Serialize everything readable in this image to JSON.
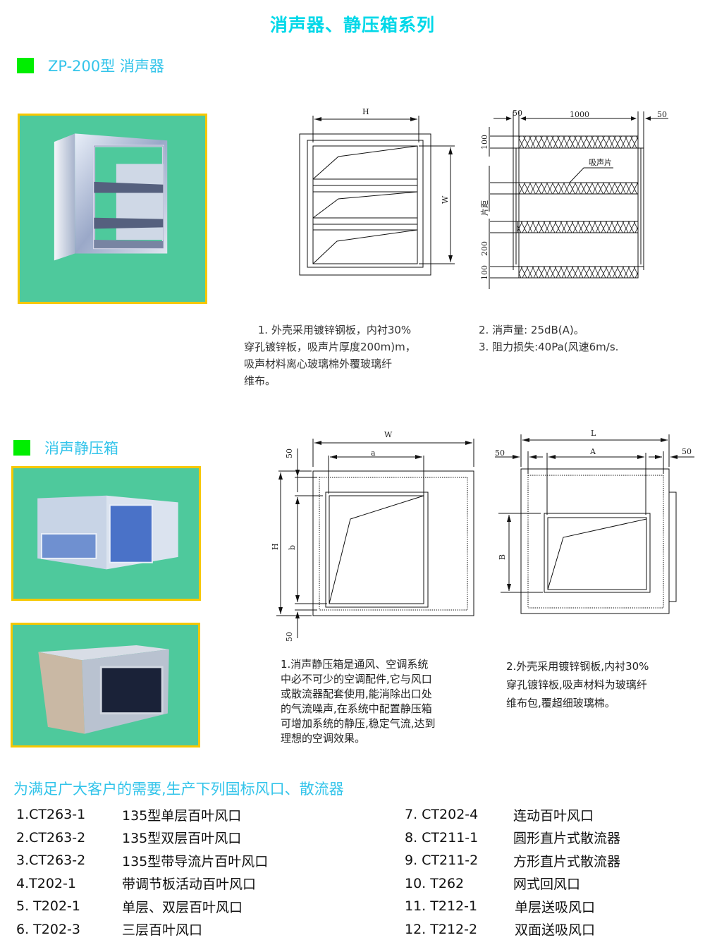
{
  "page": {
    "title": "消声器、静压箱系列"
  },
  "section1": {
    "heading": "ZP-200型  消声器",
    "photo_alt": "ZP-200 muffler photo",
    "diagram_front": {
      "label_h": "H",
      "label_w": "W"
    },
    "diagram_side": {
      "label_50_left": "50",
      "label_1000": "1000",
      "label_50_right": "50",
      "label_100_top": "100",
      "label_absorber": "吸声片",
      "label_spacing": "片距",
      "label_200": "200",
      "label_100_bottom": "100"
    },
    "spec_left": [
      "　 1. 外壳采用镀锌钢板，内衬30%",
      "穿孔镀锌板，吸声片厚度200m)m，",
      "吸声材料离心玻璃棉外覆玻璃纤",
      "维布。"
    ],
    "spec_right": [
      "2. 消声量: 25dB(A)。",
      "3. 阻力损失:40Pa(风速6m/s."
    ]
  },
  "section2": {
    "heading": "消声静压箱",
    "diagram_front": {
      "label_w": "W",
      "label_a": "a",
      "label_50_top": "50",
      "label_h": "H",
      "label_b": "b",
      "label_50_bottom": "50"
    },
    "diagram_side": {
      "label_l": "L",
      "label_50_left": "50",
      "label_a_upper": "A",
      "label_50_right": "50",
      "label_b_upper": "B"
    },
    "spec_left": [
      "1.消声静压箱是通风、空调系统",
      "中必不可少的空调配件,它与风口",
      "或散流器配套使用,能消除出口处",
      "的气流噪声,在系统中配置静压箱",
      "可增加系统的静压,稳定气流,达到",
      "理想的空调效果。"
    ],
    "spec_right": [
      "2.外壳采用镀锌钢板,内衬30%",
      "穿孔镀锌板,吸声材料为玻璃纤",
      "维布包,覆超细玻璃棉。"
    ]
  },
  "products": {
    "heading": "为满足广大客户的需要,生产下列国标风口、散流器",
    "left": [
      {
        "code": "1.CT263-1",
        "name": "135型单层百叶风口"
      },
      {
        "code": "2.CT263-2",
        "name": "135型双层百叶风口"
      },
      {
        "code": "3.CT263-2",
        "name": "135型带导流片百叶风口"
      },
      {
        "code": "4.T202-1",
        "name": "带调节板活动百叶风口"
      },
      {
        "code": "5. T202-1",
        "name": "单层、双层百叶风口"
      },
      {
        "code": "6. T202-3",
        "name": "三层百叶风口"
      }
    ],
    "right": [
      {
        "code": "7. CT202-4",
        "name": "连动百叶风口"
      },
      {
        "code": "8. CT211-1",
        "name": "圆形直片式散流器"
      },
      {
        "code": "9. CT211-2",
        "name": "方形直片式散流器"
      },
      {
        "code": "10. T262",
        "name": "网式回风口"
      },
      {
        "code": "11.  T212-1",
        "name": "单层送吸风口"
      },
      {
        "code": "12.  T212-2",
        "name": "双面送吸风口"
      }
    ]
  },
  "colors": {
    "title": "#00d8e8",
    "heading": "#33c4ea",
    "marker": "#00ee00",
    "photo_bg": "#4ec99c",
    "photo_border": "#f6c700"
  }
}
